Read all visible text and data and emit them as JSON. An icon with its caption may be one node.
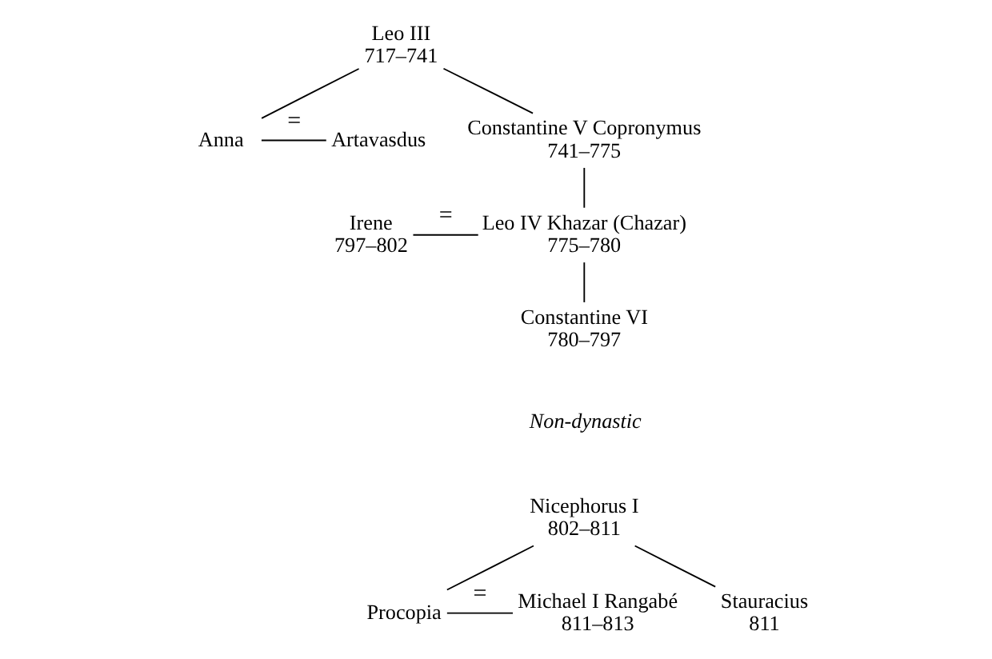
{
  "diagram": {
    "nodes": [
      {
        "text": [
          "Leo III",
          "717–741"
        ]
      },
      {
        "text": [
          "Artavasdus"
        ]
      },
      {
        "text": [
          "Anna"
        ]
      },
      {
        "text": [
          "Constantine V Copronymus",
          "741–775"
        ]
      },
      {
        "text": [
          "Irene",
          "797–802"
        ]
      },
      {
        "text": [
          "Leo IV Khazar (Chazar)",
          "775–780"
        ]
      },
      {
        "text": [
          "Constantine VI",
          "780–797"
        ]
      },
      {
        "text": [
          "Nicephorus I",
          "802–811"
        ]
      },
      {
        "text": [
          "Michael I Rangabé",
          "811–813"
        ]
      },
      {
        "text": [
          "Procopia"
        ]
      },
      {
        "text": [
          "Stauracius",
          "811"
        ]
      }
    ],
    "edges": [
      {
        "from": 0,
        "to": 2,
        "arrow": "none"
      },
      {
        "from": 0,
        "to": 3,
        "arrow": "none"
      },
      {
        "from": 1,
        "to": 2,
        "arrow": "none",
        "label": "="
      },
      {
        "from": 3,
        "to": 5,
        "arrow": "none"
      },
      {
        "from": 4,
        "to": 5,
        "arrow": "none",
        "label": "="
      },
      {
        "from": 5,
        "to": 6,
        "arrow": "none"
      },
      {
        "from": 7,
        "to": 9,
        "arrow": "none"
      },
      {
        "from": 7,
        "to": 10,
        "arrow": "none"
      },
      {
        "from": 8,
        "to": 9,
        "arrow": "none",
        "label": "="
      }
    ],
    "labels": [
      "Non-dynastic"
    ]
  }
}
